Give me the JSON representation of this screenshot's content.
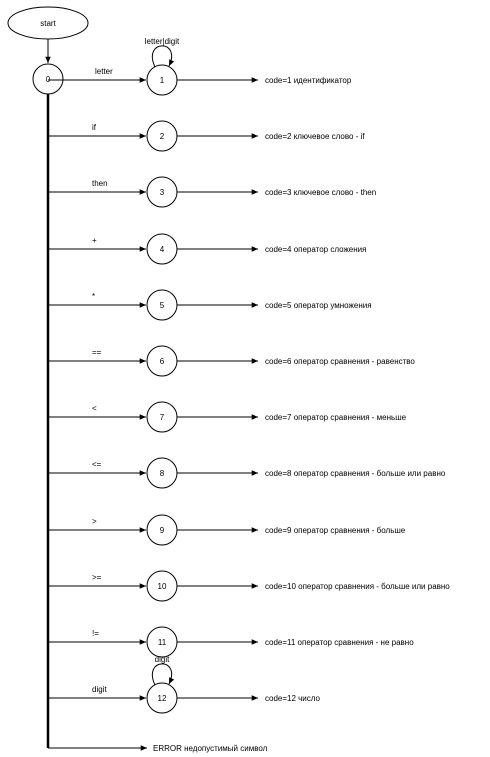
{
  "start": {
    "label": "start"
  },
  "origin_state": {
    "label": "0"
  },
  "transitions": [
    {
      "edge": "letter",
      "state": "1",
      "result": "code=1 идентификатор",
      "loop": "letter|digit"
    },
    {
      "edge": "if",
      "state": "2",
      "result": "code=2 ключевое слово - if"
    },
    {
      "edge": "then",
      "state": "3",
      "result": "code=3 ключевое слово - then"
    },
    {
      "edge": "+",
      "state": "4",
      "result": "code=4 оператор сложения"
    },
    {
      "edge": "*",
      "state": "5",
      "result": "code=5 оператор умножения"
    },
    {
      "edge": "==",
      "state": "6",
      "result": "code=6 оператор сравнения - равенство"
    },
    {
      "edge": "<",
      "state": "7",
      "result": "code=7 оператор сравнения - меньше"
    },
    {
      "edge": "<=",
      "state": "8",
      "result": "code=8 оператор сравнения - больше или равно"
    },
    {
      "edge": ">",
      "state": "9",
      "result": "code=9 оператор сравнения - больше"
    },
    {
      "edge": ">=",
      "state": "10",
      "result": "code=10 оператор сравнения - больше или равно"
    },
    {
      "edge": "!=",
      "state": "11",
      "result": "code=11 оператор сравнения - не равно"
    },
    {
      "edge": "digit",
      "state": "12",
      "result": "code=12 число",
      "loop": "digit"
    }
  ],
  "error": {
    "label": "ERROR недопустимый символ"
  },
  "colors": {
    "stroke": "#000000",
    "fill": "#ffffff"
  }
}
